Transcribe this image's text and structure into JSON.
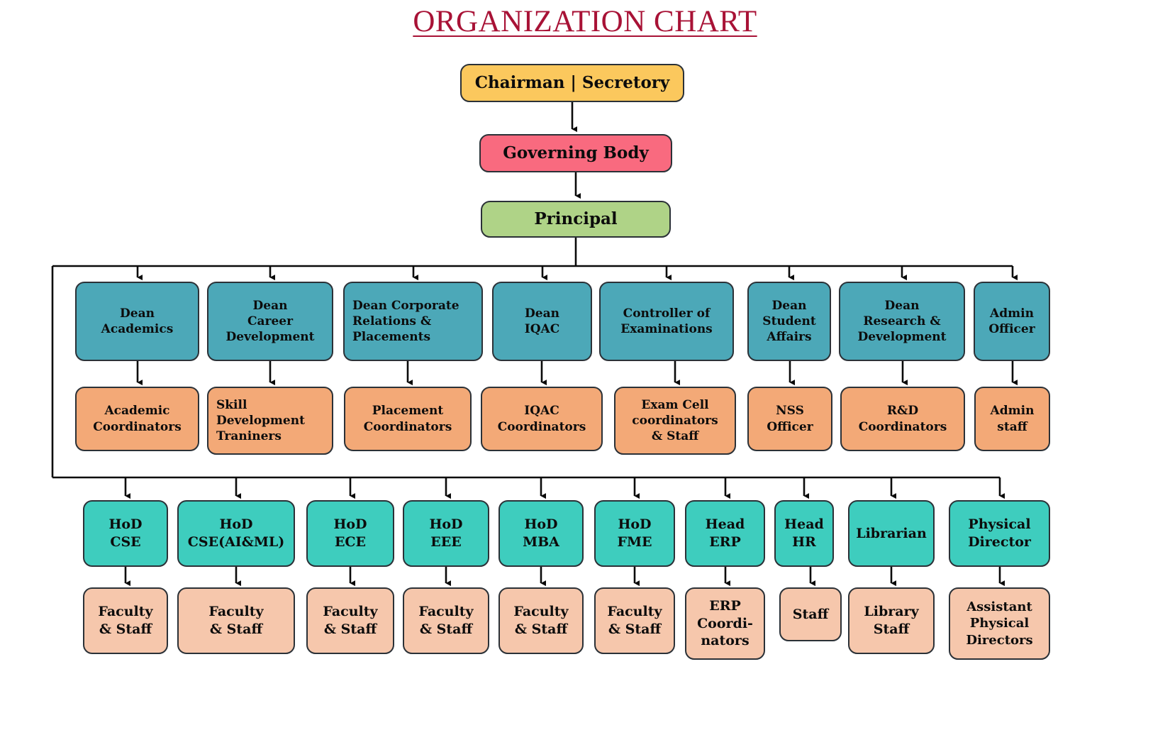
{
  "title": "ORGANIZATION CHART",
  "colors": {
    "title": "#a81236",
    "chairman": "#fbc85d",
    "governing": "#f96a7f",
    "principal": "#afd387",
    "dean": "#4ca8b8",
    "coordinator": "#f3a977",
    "hod": "#3ecdbe",
    "faculty": "#f6c7ac",
    "stroke": "#2b3137",
    "wire": "#0a0a0a"
  },
  "chart_data": {
    "type": "diagram",
    "title": "ORGANIZATION CHART",
    "levels": [
      "Chairman | Secretory",
      "Governing Body",
      "Principal",
      "Deans / Officers",
      "Coordinators",
      "HoDs / Heads",
      "Faculty & Staff"
    ]
  },
  "top": {
    "chairman": "Chairman | Secretory",
    "governing": "Governing Body",
    "principal": "Principal"
  },
  "deans": [
    {
      "label": "Dean\nAcademics",
      "child": "Academic\nCoordinators"
    },
    {
      "label": "Dean\nCareer\nDevelopment",
      "child": "Skill\nDevelopment\nTraniners"
    },
    {
      "label": "Dean Corporate\nRelations &\nPlacements",
      "child": "Placement\nCoordinators"
    },
    {
      "label": "Dean\nIQAC",
      "child": "IQAC\nCoordinators"
    },
    {
      "label": "Controller of\nExaminations",
      "child": "Exam Cell\ncoordinators\n& Staff"
    },
    {
      "label": "Dean\nStudent\nAffairs",
      "child": "NSS\nOfficer"
    },
    {
      "label": "Dean\nResearch &\nDevelopment",
      "child": "R&D\nCoordinators"
    },
    {
      "label": "Admin\nOfficer",
      "child": "Admin\nstaff"
    }
  ],
  "hods": [
    {
      "label": "HoD\nCSE",
      "child": "Faculty\n& Staff"
    },
    {
      "label": "HoD\nCSE(AI&ML)",
      "child": "Faculty\n& Staff"
    },
    {
      "label": "HoD\nECE",
      "child": "Faculty\n& Staff"
    },
    {
      "label": "HoD\nEEE",
      "child": "Faculty\n& Staff"
    },
    {
      "label": "HoD\nMBA",
      "child": "Faculty\n& Staff"
    },
    {
      "label": "HoD\nFME",
      "child": "Faculty\n& Staff"
    },
    {
      "label": "Head\nERP",
      "child": "ERP\nCoordi-\nnators"
    },
    {
      "label": "Head\nHR",
      "child": "Staff"
    },
    {
      "label": "Librarian",
      "child": "Library\nStaff"
    },
    {
      "label": "Physical\nDirector",
      "child": "Assistant\nPhysical\nDirectors"
    }
  ]
}
